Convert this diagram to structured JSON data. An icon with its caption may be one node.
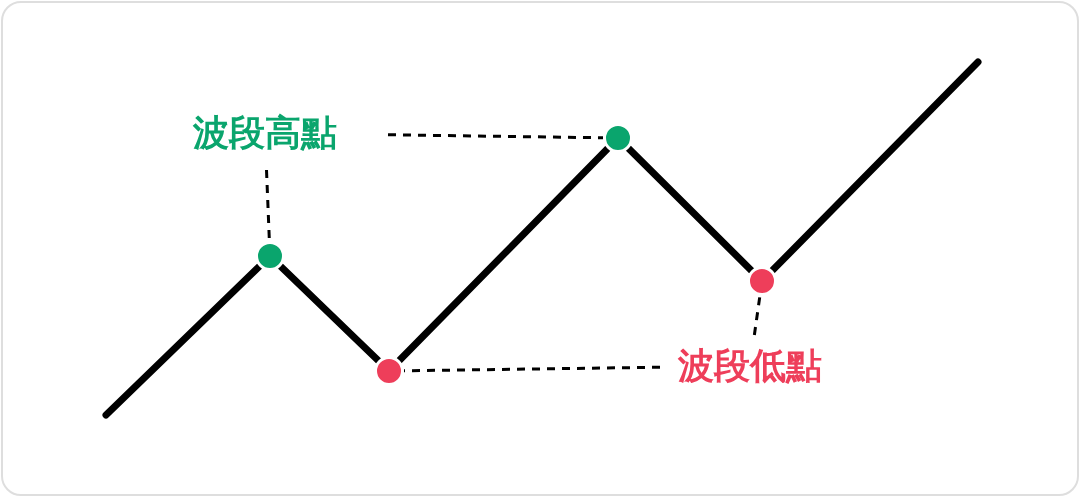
{
  "diagram": {
    "nodes": [
      {
        "text": [
          "波段高點"
        ]
      },
      {
        "text": [
          "波段低點"
        ]
      },
      {
        "text": [],
        "shape": "circle"
      },
      {
        "text": [],
        "shape": "circle"
      },
      {
        "text": [],
        "shape": "circle"
      },
      {
        "text": [],
        "shape": "circle"
      }
    ],
    "edges": [
      {
        "from": null,
        "to": 2,
        "arrow": "none"
      },
      {
        "from": 2,
        "to": 3,
        "arrow": "none"
      },
      {
        "from": 3,
        "to": 4,
        "arrow": "none"
      },
      {
        "from": 4,
        "to": 5,
        "arrow": "none"
      },
      {
        "from": 5,
        "to": null,
        "arrow": "none"
      },
      {
        "from": 0,
        "to": 2,
        "arrow": "none",
        "style": "dashed"
      },
      {
        "from": 0,
        "to": 4,
        "arrow": "none",
        "style": "dashed"
      },
      {
        "from": 1,
        "to": 3,
        "arrow": "none",
        "style": "dashed"
      },
      {
        "from": 1,
        "to": 5,
        "arrow": "none",
        "style": "dashed"
      }
    ]
  }
}
